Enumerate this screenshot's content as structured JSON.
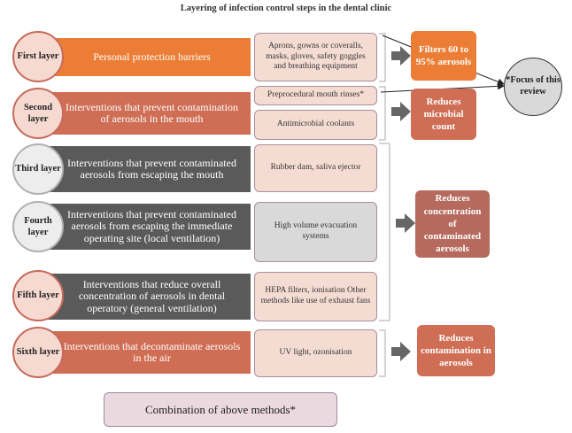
{
  "title": "Layering of infection control steps in the dental clinic",
  "layers": [
    {
      "label": "First layer",
      "bar_text": "Personal protection barriers",
      "details": [
        "Aprons, gowns or coveralls, masks, gloves, safety goggles and breathing equipment"
      ]
    },
    {
      "label": "Second layer",
      "bar_text": "Interventions that prevent contamination of aerosols in the mouth",
      "details": [
        "Preprocedural mouth rinses*",
        "Antimicrobial coolants"
      ]
    },
    {
      "label": "Third layer",
      "bar_text": "Interventions that prevent contaminated aerosols from escaping the mouth",
      "details": [
        "Rubber dam, saliva ejector"
      ]
    },
    {
      "label": "Fourth layer",
      "bar_text": "Interventions that prevent contaminated aerosols from escaping the immediate operating site (local ventilation)",
      "details": [
        "High volume evacuation systems"
      ]
    },
    {
      "label": "Fifth layer",
      "bar_text": "Interventions that reduce overall concentration of aerosols in dental operatory (general ventilation)",
      "details": [
        "HEPA filters, ionisation Other methods like use of exhaust fans"
      ]
    },
    {
      "label": "Sixth layer",
      "bar_text": "Interventions that decontaminate aerosols in the air",
      "details": [
        "UV light, ozonisation"
      ]
    }
  ],
  "outcomes": [
    "Filters 60 to 95% aerosols",
    "Reduces microbial count",
    "Reduces concentration of contaminated aerosols",
    "Reduces contamination in aerosols"
  ],
  "focus_note": "*Focus of this review",
  "combination": "Combination of above methods*",
  "colors": {
    "orange": "#ec7d36",
    "salmon": "#cf6e55",
    "dark_gray": "#5a5a5a",
    "brown": "#b56a5d",
    "circle_fill": "#f6d9d0",
    "detail_pink": "#f5dcd3",
    "detail_gray": "#d9d9d9"
  }
}
